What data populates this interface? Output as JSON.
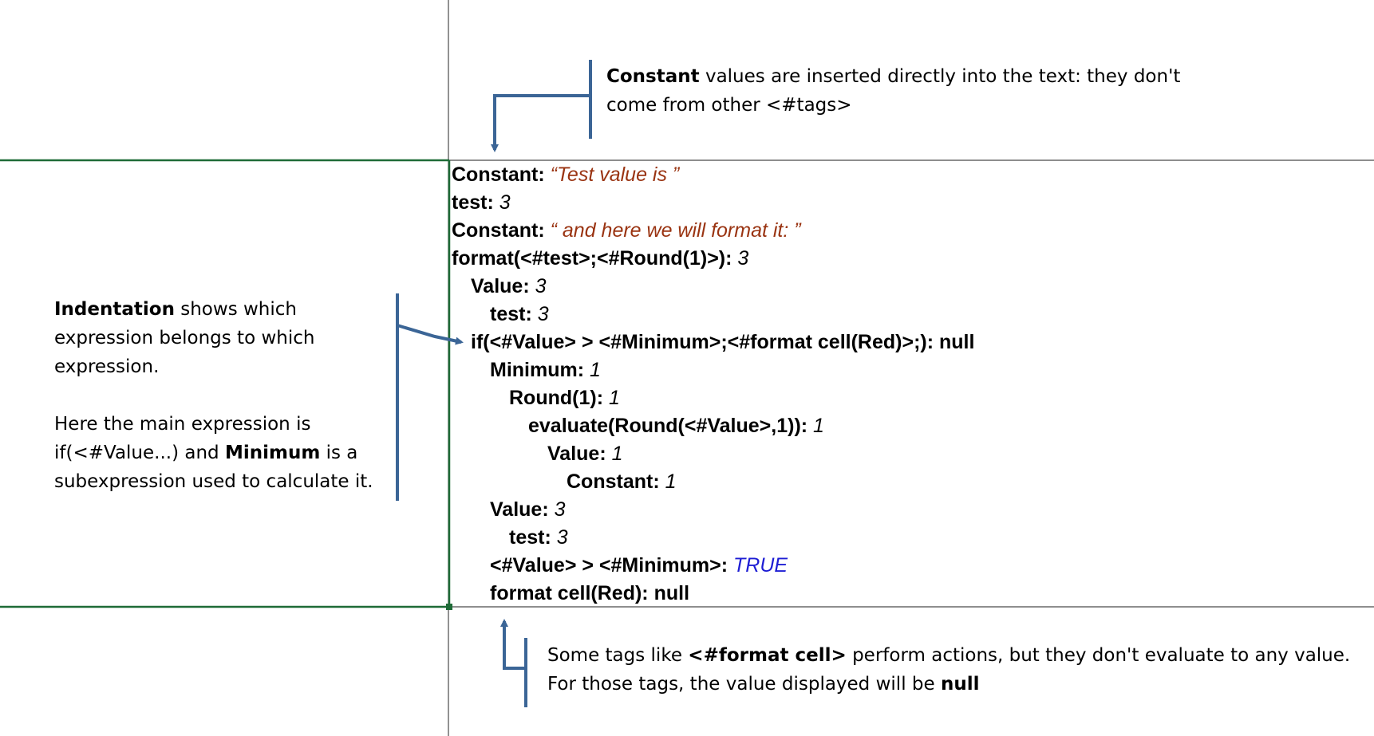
{
  "notes": {
    "top": {
      "bold": "Constant",
      "line1_rest": " values are inserted directly into the text: they don't",
      "line2": "come from other <#tags>"
    },
    "left": {
      "p1_bold": "Indentation",
      "p1_rest": " shows which",
      "p1_line2": "expression belongs to which",
      "p1_line3": "expression.",
      "p2_line1": "Here the main expression is",
      "p2_line2_a": "if(<#Value...) and ",
      "p2_line2_bold": "Minimum",
      "p2_line2_b": " is a",
      "p2_line3": "subexpression used to calculate it."
    },
    "bottom": {
      "line1_a": "Some tags like ",
      "line1_bold": "<#format cell>",
      "line1_b": " perform actions, but they don't evaluate to any value.",
      "line2_a": "For those tags, the value displayed will be ",
      "line2_bold": "null"
    }
  },
  "tree": [
    {
      "label": "Constant: ",
      "value": "“Test value is ”",
      "kind": "str",
      "indent": 0
    },
    {
      "label": "test: ",
      "value": "3",
      "kind": "num",
      "indent": 0
    },
    {
      "label": "Constant: ",
      "value": "“ and here we will format it: ”",
      "kind": "str",
      "indent": 0
    },
    {
      "label": "format(<#test>;<#Round(1)>): ",
      "value": "3",
      "kind": "num",
      "indent": 0
    },
    {
      "label": "Value: ",
      "value": "3",
      "kind": "num",
      "indent": 1
    },
    {
      "label": "test: ",
      "value": "3",
      "kind": "num",
      "indent": 2
    },
    {
      "label": "if(<#Value> > <#Minimum>;<#format cell(Red)>;): ",
      "value": "null",
      "kind": "plain",
      "indent": 1
    },
    {
      "label": "Minimum: ",
      "value": "1",
      "kind": "num",
      "indent": 2
    },
    {
      "label": "Round(1): ",
      "value": "1",
      "kind": "num",
      "indent": 3
    },
    {
      "label": "evaluate(Round(<#Value>,1)): ",
      "value": "1",
      "kind": "num",
      "indent": 4
    },
    {
      "label": "Value: ",
      "value": "1",
      "kind": "num",
      "indent": 5
    },
    {
      "label": "Constant: ",
      "value": "1",
      "kind": "num",
      "indent": 6
    },
    {
      "label": "Value: ",
      "value": "3",
      "kind": "num",
      "indent": 2
    },
    {
      "label": "test: ",
      "value": "3",
      "kind": "num",
      "indent": 3
    },
    {
      "label": "<#Value> > <#Minimum>: ",
      "value": "TRUE",
      "kind": "bool",
      "indent": 2
    },
    {
      "label": "format cell(Red): ",
      "value": "null",
      "kind": "plain",
      "indent": 2
    }
  ],
  "colors": {
    "arrow": "#3b6596",
    "grid": "#4a4a4a",
    "selection": "#1e6b37",
    "string_value": "#9a3412",
    "boolean_value": "#1d1dd4"
  }
}
